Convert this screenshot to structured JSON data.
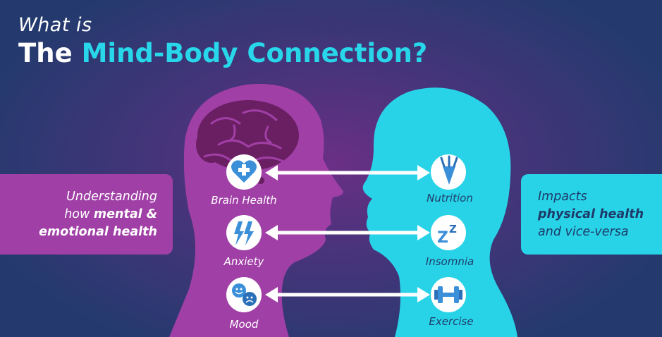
{
  "title": {
    "line1": "What is",
    "line2_plain": "The",
    "line2_accent": "Mind-Body Connection?"
  },
  "left_panel": {
    "line1": "Understanding",
    "line2_plain": "how",
    "line2_bold": "mental &",
    "line3": "emotional health"
  },
  "right_panel": {
    "line1": "Impacts",
    "line2": "physical health",
    "line3": "and vice-versa"
  },
  "mind_items": [
    {
      "label": "Brain Health",
      "icon": "heart-cross-icon"
    },
    {
      "label": "Anxiety",
      "icon": "lightning-icon"
    },
    {
      "label": "Mood",
      "icon": "faces-icon"
    }
  ],
  "body_items": [
    {
      "label": "Nutrition",
      "icon": "carrot-icon"
    },
    {
      "label": "Insomnia",
      "icon": "zzz-icon"
    },
    {
      "label": "Exercise",
      "icon": "dumbbell-icon"
    }
  ],
  "colors": {
    "mind_head": "#a03fa6",
    "brain": "#6b1f63",
    "body_head": "#28d3e8",
    "accent_text": "#28d7ea",
    "icon_blue": "#3b8fd9",
    "arrow": "#ffffff"
  }
}
